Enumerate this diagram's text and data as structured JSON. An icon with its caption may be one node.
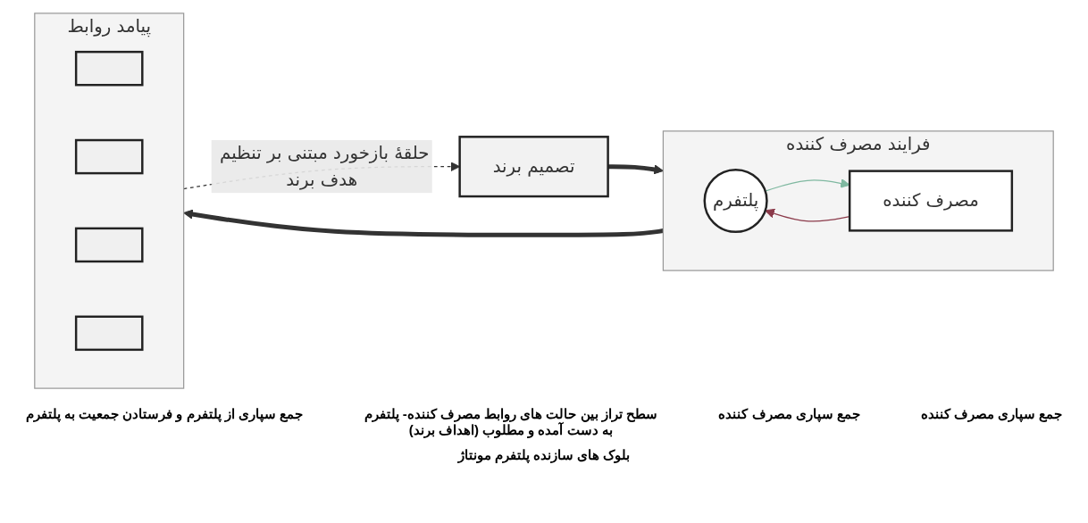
{
  "diagram": {
    "nodes": [
      {
        "text": [
          "تصمیم برند"
        ]
      },
      {
        "text": [
          "فرایند مصرف کننده"
        ]
      },
      {
        "text": [
          "پلتفرم"
        ],
        "in": 1
      },
      {
        "text": [
          "مصرف کننده"
        ],
        "in": 1
      },
      {
        "text": [
          "پیامد روابط"
        ]
      },
      {
        "text": [],
        "shape": "box",
        "in": 4
      },
      {
        "text": [],
        "shape": "box",
        "in": 4
      },
      {
        "text": [],
        "shape": "box",
        "in": 4
      },
      {
        "text": [],
        "shape": "box",
        "in": 4
      }
    ],
    "edges": [
      {
        "from": 0,
        "to": 1,
        "arrow": "to",
        "style": "thick"
      },
      {
        "from": 3,
        "to": 2,
        "arrow": "to",
        "color": "#8b3a4a"
      },
      {
        "from": 2,
        "to": 3,
        "arrow": "to",
        "color": "#7fb8a0"
      },
      {
        "from": 1,
        "to": 4,
        "arrow": "to",
        "style": "thick"
      },
      {
        "from": 4,
        "to": 0,
        "arrow": "to",
        "style": "dashed",
        "label": "حلقۀ بازخورد مبتنی بر تنظیم هدف برند"
      }
    ],
    "labels": [
      "جمع سپاری مصرف کننده",
      "جمع سپاری مصرف کننده",
      "سطح تراز بین حالت های روابط مصرف کننده- پلتفرم به دست آمده و مطلوب (اهداف برند)",
      "جمع سپاری از پلتفرم و فرستادن جمعیت به پلتفرم",
      "بلوک های سازنده پلتفرم مونتاژ"
    ]
  }
}
